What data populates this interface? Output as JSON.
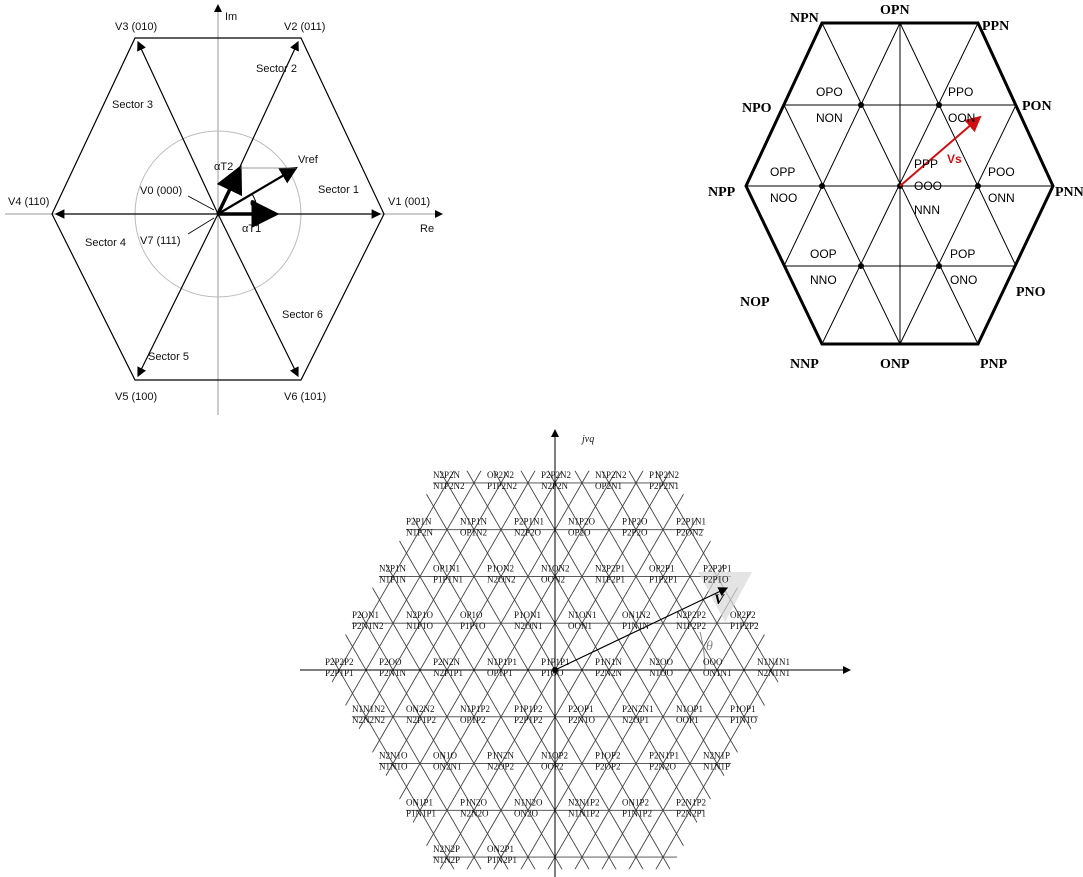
{
  "two_level": {
    "axis_im": "Im",
    "axis_re": "Re",
    "vectors": {
      "v1": "V1 (001)",
      "v2": "V2 (011)",
      "v3": "V3 (010)",
      "v4": "V4 (110)",
      "v5": "V5 (100)",
      "v6": "V6 (101)",
      "v0": "V0 (000)",
      "v7": "V7 (111)"
    },
    "sectors": [
      "Sector 1",
      "Sector 2",
      "Sector 3",
      "Sector 4",
      "Sector 5",
      "Sector 6"
    ],
    "vref": "Vref",
    "at1": "αT1",
    "at2": "αT2",
    "alpha": "α"
  },
  "three_level": {
    "outer": [
      "NPN",
      "OPN",
      "PPN",
      "PON",
      "PNN",
      "PNO",
      "PNP",
      "ONP",
      "NNP",
      "NOP",
      "NPP",
      "NPO"
    ],
    "inner": [
      "OPO",
      "NON",
      "PPO",
      "OON",
      "OPP",
      "NOO",
      "PPP",
      "OOO",
      "NNN",
      "POO",
      "ONN",
      "OOP",
      "NNO",
      "POP",
      "ONO"
    ],
    "vs": "Vs"
  },
  "five_level": {
    "axis_label": "jvq",
    "v_label": "V",
    "theta": "θ",
    "labels": [
      "N2P2N",
      "N1P2N2",
      "OP2N2",
      "P1P2N2",
      "P2P2N2",
      "N2P2N",
      "N1P2N2",
      "OP2N1",
      "P1P2N2",
      "P2P2N1",
      "P2P1N",
      "N1P2N",
      "N1P1N",
      "OP1N2",
      "P2P1N1",
      "N2P2O",
      "N1P2O",
      "OP2O",
      "P1P2O",
      "P2P2O",
      "P2P1N1",
      "P2ON2",
      "N2P1N",
      "N1P1N",
      "OP1N1",
      "P1P1N1",
      "P1ON2",
      "N2ON2",
      "N1ON2",
      "OON2",
      "N2P2P1",
      "N1P2P1",
      "OP2P1",
      "P1P2P1",
      "P2P2P1",
      "P2P1O",
      "P2ON1",
      "P2N1N2",
      "N2P1O",
      "N1P1O",
      "OP1O",
      "P1P1O",
      "P1ON1",
      "N2ON1",
      "N1ON1",
      "OON1",
      "ON1N2",
      "P1N1N",
      "N2P2P2",
      "N1P2P2",
      "OP2P2",
      "P1P2P2",
      "P2P2P2",
      "P2P1P1",
      "P2OO",
      "P2N1N",
      "P2N2N",
      "N2P1P1",
      "N1P1P1",
      "OP1P1",
      "P1P1P1",
      "P1OO",
      "P1N1N",
      "P2N2N",
      "N2OO",
      "N1OO",
      "OOO",
      "ON1N1",
      "N1N1N1",
      "N2N1N1",
      "N1N1N2",
      "N2N2N2",
      "ON2N2",
      "N2P1P2",
      "N1P1P2",
      "OP1P2",
      "P1P1P2",
      "P2P1P2",
      "P2OP1",
      "P2N1O",
      "P2N2N1",
      "N2OP1",
      "N1OP1",
      "OOP1",
      "P1OP1",
      "P1N1O",
      "N2N1O",
      "N1N1O",
      "ON1O",
      "ON2N1",
      "P1N2N",
      "N2OP2",
      "N1OP2",
      "OOP2",
      "P1OP2",
      "P2OP2",
      "P2N1P1",
      "P2N2O",
      "N2N1P",
      "N1N1P",
      "ON1P1",
      "P1N1P1",
      "P1N2O",
      "N2N2O",
      "N1N2O",
      "ON2O",
      "N2N1P2",
      "N1N1P2",
      "ON1P2",
      "P1N1P2",
      "P2N1P2",
      "P2N2P1",
      "N2N2P",
      "N1N2P",
      "ON2P1",
      "P1N2P1"
    ]
  }
}
